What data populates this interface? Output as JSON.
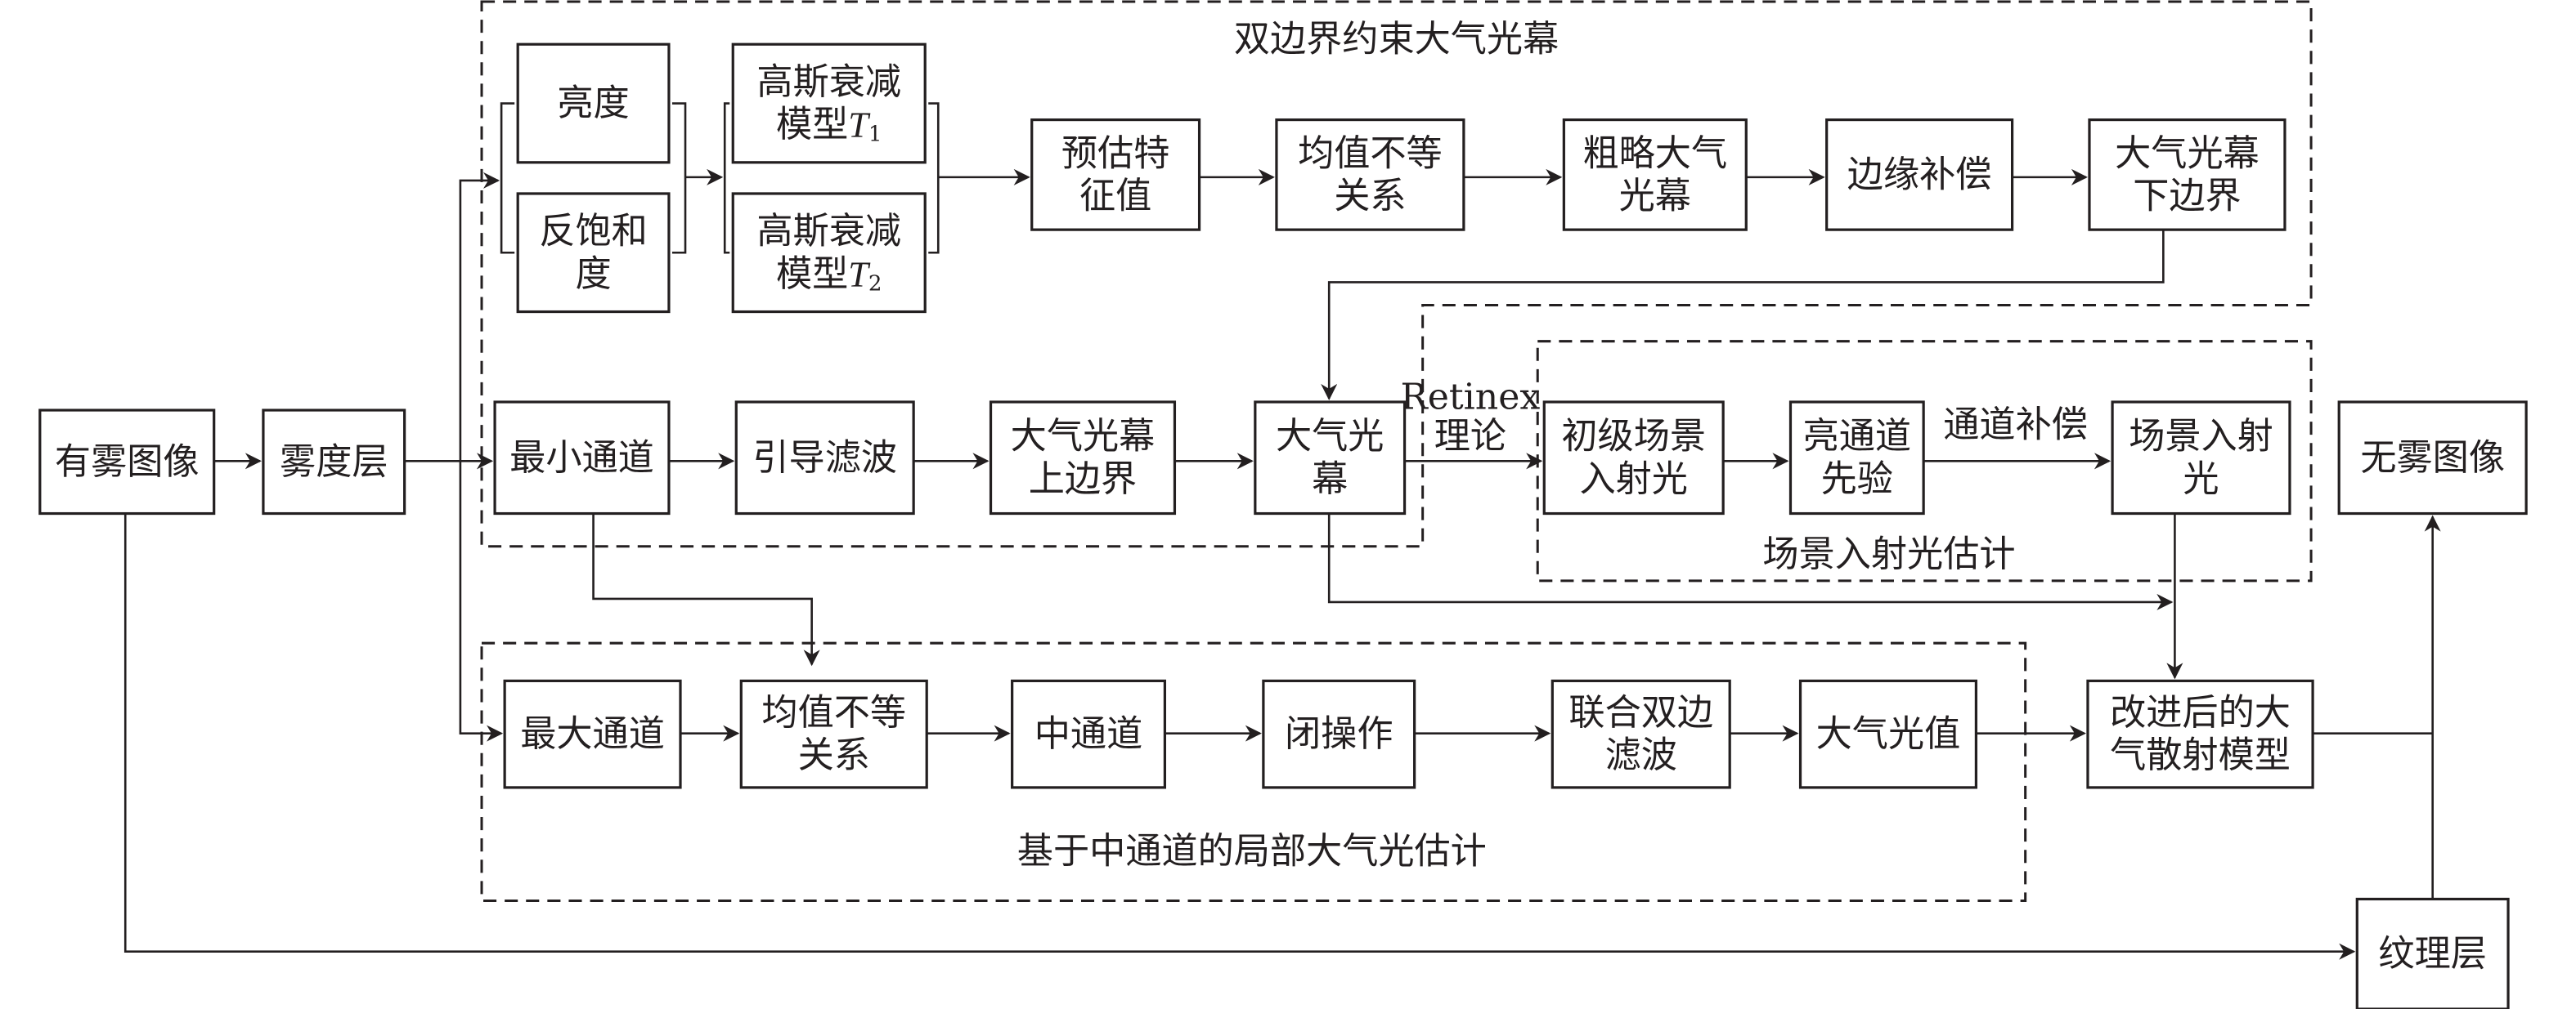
{
  "groups": {
    "dual_boundary": "双边界约束大气光幕",
    "scene_light": "场景入射光估计",
    "local_atmo": "基于中通道的局部大气光估计"
  },
  "nodes": {
    "hazy_image": [
      "有雾图像"
    ],
    "haze_layer": [
      "雾度层"
    ],
    "brightness": [
      "亮度"
    ],
    "anti_saturation": [
      "反饱和",
      "度"
    ],
    "gauss_t1": [
      "高斯衰减",
      "模型"
    ],
    "gauss_t1_var": "T",
    "gauss_t1_sub": "1",
    "gauss_t2": [
      "高斯衰减",
      "模型"
    ],
    "gauss_t2_var": "T",
    "gauss_t2_sub": "2",
    "estimate_feature": [
      "预估特",
      "征值"
    ],
    "mean_inequality_top": [
      "均值不等",
      "关系"
    ],
    "rough_veil": [
      "粗略大气",
      "光幕"
    ],
    "edge_comp": [
      "边缘补偿"
    ],
    "veil_lower": [
      "大气光幕",
      "下边界"
    ],
    "min_channel": [
      "最小通道"
    ],
    "guided_filter": [
      "引导滤波"
    ],
    "veil_upper": [
      "大气光幕",
      "上边界"
    ],
    "veil": [
      "大气光",
      "幕"
    ],
    "primary_scene": [
      "初级场景",
      "入射光"
    ],
    "bright_prior": [
      "亮通道",
      "先验"
    ],
    "scene_light": [
      "场景入射",
      "光"
    ],
    "haze_free": [
      "无雾图像"
    ],
    "max_channel": [
      "最大通道"
    ],
    "mean_inequality_bottom": [
      "均值不等",
      "关系"
    ],
    "mid_channel": [
      "中通道"
    ],
    "closing": [
      "闭操作"
    ],
    "joint_bilateral": [
      "联合双边",
      "滤波"
    ],
    "atmo_value": [
      "大气光值"
    ],
    "improved_model": [
      "改进后的大",
      "气散射模型"
    ],
    "texture_layer": [
      "纹理层"
    ]
  },
  "edge_labels": {
    "retinex": [
      "Retinex",
      "理论"
    ],
    "channel_comp": "通道补偿"
  }
}
